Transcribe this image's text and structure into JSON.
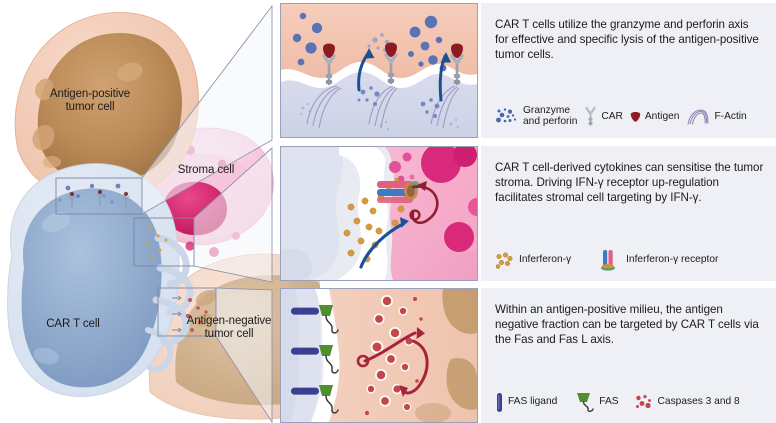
{
  "figure": {
    "title": "CAR T cell killing mechanisms schematic"
  },
  "overview": {
    "labels": {
      "antigen_positive_tumor_cell": "Antigen-positive\ntumor cell",
      "stroma_cell": "Stroma cell",
      "car_t_cell": "CAR T cell",
      "antigen_negative_tumor_cell": "Antigen-negative\ntumor cell"
    }
  },
  "panels": [
    {
      "id": "granzyme-perforin",
      "text": "CAR T cells utilize the granzyme and perforin axis for effective and specific lysis of the antigen-positive tumor cells.",
      "legend": [
        {
          "icon": "granzyme-perforin-icon",
          "label": "Granzyme\nand perforin"
        },
        {
          "icon": "car-icon",
          "label": "CAR"
        },
        {
          "icon": "antigen-icon",
          "label": "Antigen"
        },
        {
          "icon": "f-actin-icon",
          "label": "F-Actin"
        }
      ]
    },
    {
      "id": "interferon-gamma",
      "text": "CAR T cell-derived cytokines can sensitise the tumor stroma. Driving IFN-γ receptor up-regulation facilitates stromal cell targeting by IFN-γ.",
      "legend": [
        {
          "icon": "interferon-gamma-icon",
          "label": "Inferferon-γ"
        },
        {
          "icon": "interferon-gamma-receptor-icon",
          "label": "Inferferon-γ receptor"
        }
      ]
    },
    {
      "id": "fas-fasl",
      "text": "Within an antigen-positive milieu, the antigen negative fraction can be targeted by CAR T cells via the Fas and Fas L axis.",
      "legend": [
        {
          "icon": "fas-ligand-icon",
          "label": "FAS ligand"
        },
        {
          "icon": "fas-icon",
          "label": "FAS"
        },
        {
          "icon": "caspases-icon",
          "label": "Caspases 3 and 8"
        }
      ]
    }
  ],
  "colors": {
    "panel_background": "#eef0f5",
    "panel_border": "#9aa0bb",
    "tumor_membrane": "#f2c7b2",
    "tumor_nucleus": "#b98a58",
    "stroma_cytoplasm": "#f5b9cf",
    "stroma_nucleus": "#d42d73",
    "car_t_cytoplasm": "#dde4ef",
    "car_t_nucleus": "#8aa6cc",
    "granzyme_blue": "#4a63ad",
    "antigen_red": "#8f1d23",
    "interferon_orange": "#d79a3c",
    "caspase_red": "#c4464a",
    "fas_ligand_blue": "#3a3f8f",
    "fas_green": "#4f8f2e",
    "arrow_blue": "#1e4f96",
    "arrow_darkred": "#8e1f2f",
    "f_actin_purple": "#8e7fb0"
  }
}
